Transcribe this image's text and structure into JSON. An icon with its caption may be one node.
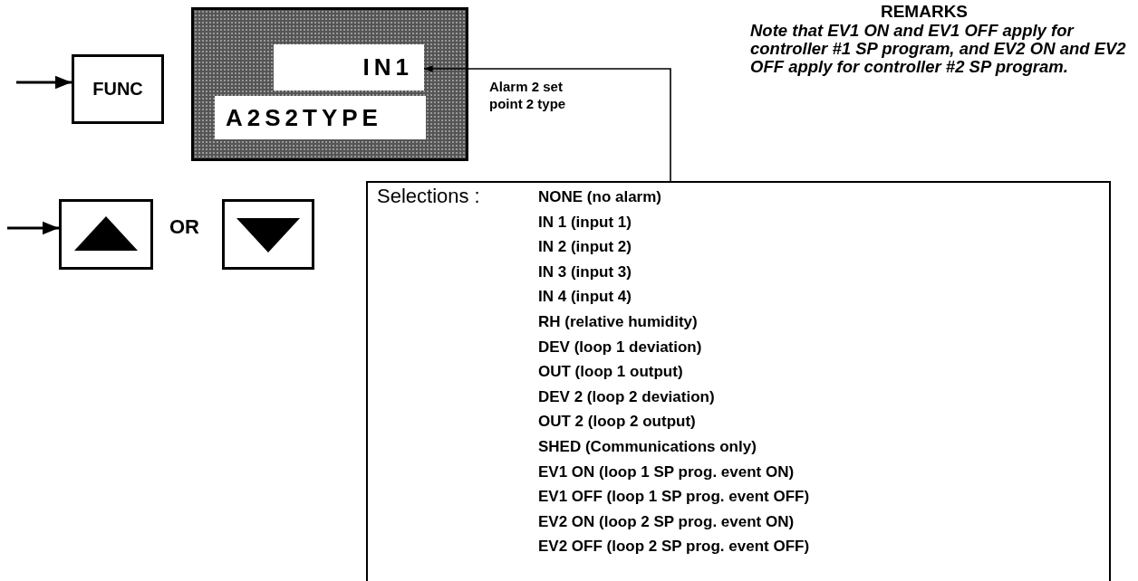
{
  "diagram": {
    "nodes": [
      {
        "text": [
          "FUNC"
        ]
      },
      {
        "text": [],
        "shape": "box",
        "beside": [
          "Alarm 2 set point 2 type"
        ]
      },
      {
        "text": [
          "IN1"
        ],
        "in": 1
      },
      {
        "text": [
          "A2S2TYPE"
        ],
        "in": 1
      },
      {
        "text": [],
        "shape": "box"
      },
      {
        "text": [],
        "shape": "box"
      },
      {
        "text": [
          "Selections :",
          "NONE (no alarm)",
          "IN 1 (input 1)",
          "IN 2 (input 2)",
          "IN 3 (input 3)",
          "IN 4 (input 4)",
          "RH (relative humidity)",
          "DEV (loop 1 deviation)",
          "OUT (loop 1 output)",
          "DEV 2 (loop 2 deviation)",
          "OUT 2 (loop 2 output)",
          "SHED (Communications only)",
          "EV1 ON (loop 1 SP prog. event ON)",
          "EV1 OFF (loop 1 SP prog. event OFF)",
          "EV2 ON (loop 2 SP prog. event ON)",
          "EV2 OFF (loop 2 SP prog. event OFF)"
        ]
      }
    ],
    "edges": [
      {
        "from": null,
        "to": 0,
        "arrow": "to"
      },
      {
        "from": null,
        "to": 4,
        "arrow": "to"
      },
      {
        "from": 6,
        "to": 2,
        "arrow": "to"
      }
    ],
    "labels": [
      "OR",
      "REMARKS",
      "Note that EV1 ON and EV1 OFF apply for controller #1 SP program, and EV2 ON and EV2 OFF apply for controller #2 SP program."
    ]
  }
}
